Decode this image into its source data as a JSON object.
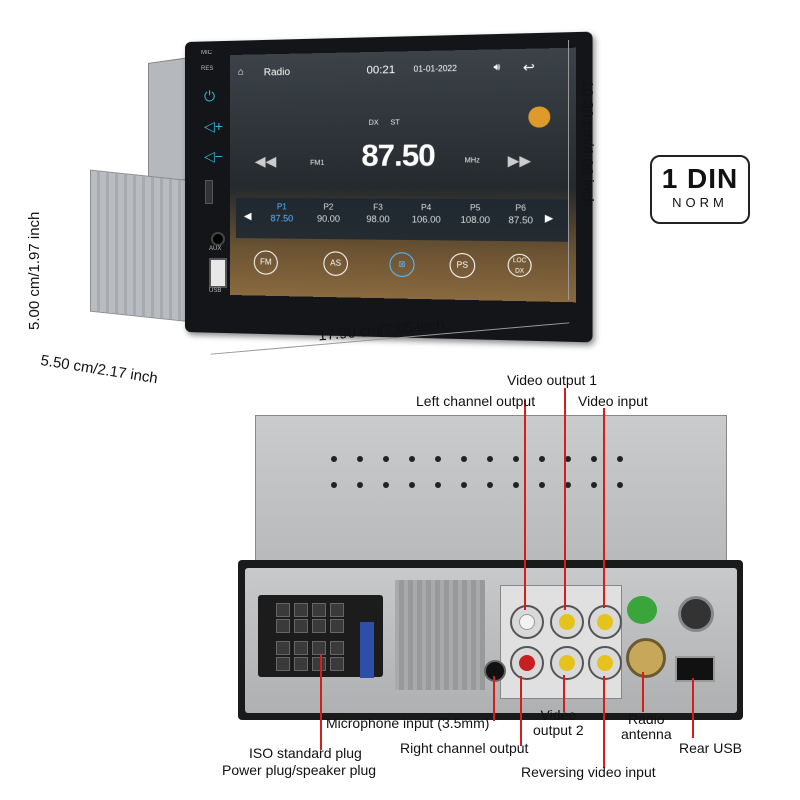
{
  "radio_screen": {
    "title": "Radio",
    "time": "00:21",
    "date": "01-01-2022",
    "dx": "DX",
    "st": "ST",
    "band": "FM1",
    "frequency": "87.50",
    "unit": "MHz",
    "presets": [
      {
        "label": "P1",
        "value": "87.50",
        "active": true
      },
      {
        "label": "P2",
        "value": "90.00",
        "active": false
      },
      {
        "label": "F3",
        "value": "98.00",
        "active": false
      },
      {
        "label": "P4",
        "value": "106.00",
        "active": false
      },
      {
        "label": "P5",
        "value": "108.00",
        "active": false
      },
      {
        "label": "P6",
        "value": "87.50",
        "active": false
      }
    ],
    "buttons": {
      "fm": "FM",
      "as": "AS",
      "ps": "PS",
      "loc": "LOC DX"
    },
    "side_labels": {
      "mic": "MIC",
      "res": "RES",
      "aux": "AUX",
      "usb": "USB"
    }
  },
  "dimensions": {
    "height": "10.30 cm/4.06 inch",
    "width": "17.90 cm/7.05 inch",
    "depth": "5.50 cm/2.17 inch",
    "side_height": "5.00 cm/1.97 inch"
  },
  "badge": {
    "line1": "1 DIN",
    "line2": "NORM"
  },
  "callouts": {
    "video_output_1": "Video output 1",
    "left_channel_output": "Left channel output",
    "video_input": "Video input",
    "microphone_input": "Microphone input (3.5mm)",
    "video_output_2": "Video\noutput 2",
    "radio_antenna": "Radio\nantenna",
    "iso_plug": "ISO standard plug",
    "power_plug": "Power plug/speaker plug",
    "right_channel_output": "Right channel output",
    "rear_usb": "Rear USB",
    "reversing_video_input": "Reversing video input"
  },
  "colors": {
    "accent": "#33b6e0",
    "preset_active": "#5ab8ff",
    "lead": "#d81b1b"
  }
}
